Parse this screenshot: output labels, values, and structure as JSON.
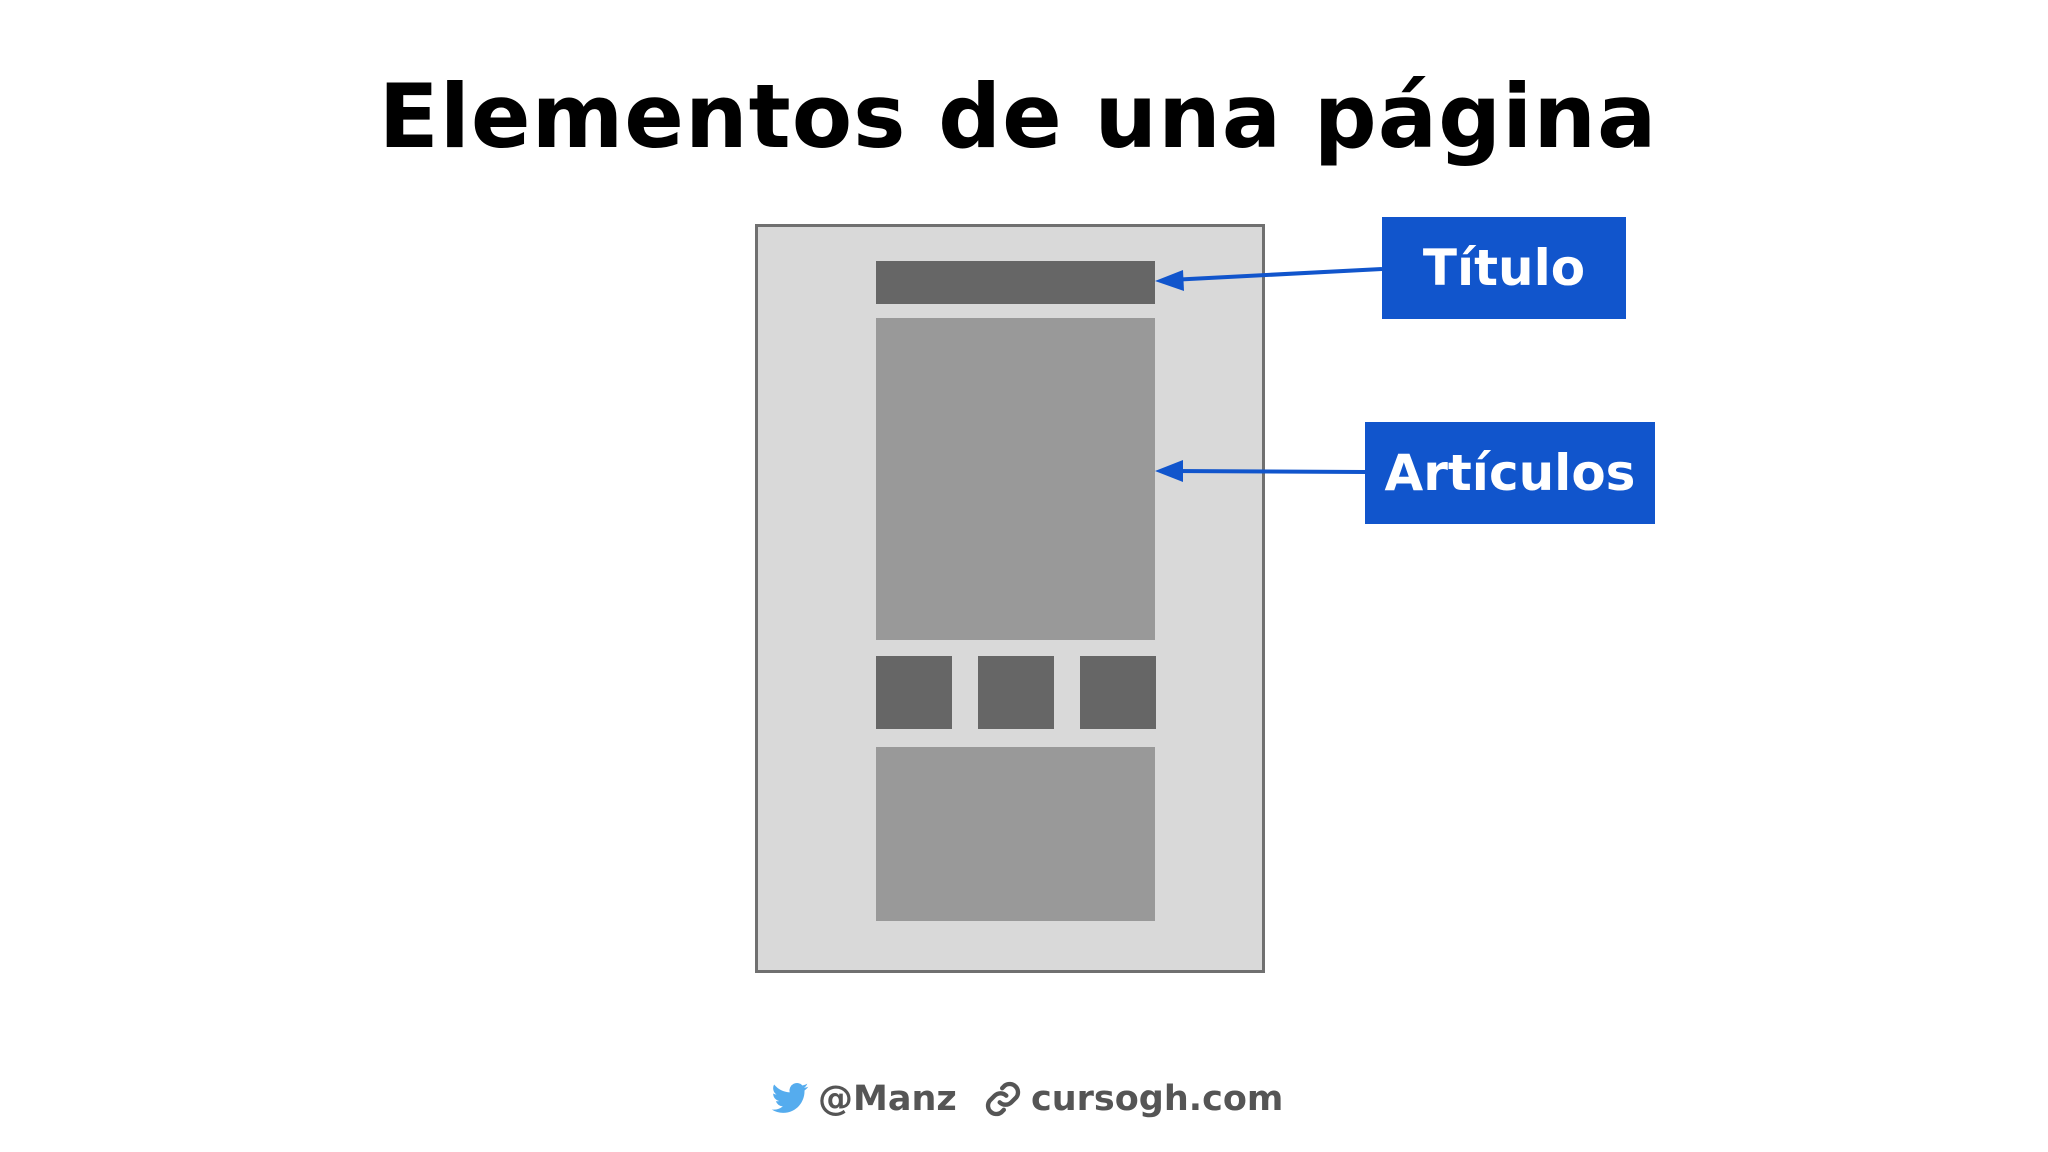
{
  "slide": {
    "title": "Elementos de una página"
  },
  "diagram": {
    "labels": {
      "titulo": "Título",
      "articulos": "Artículos"
    },
    "colors": {
      "label_background": "#1155cc",
      "arrow": "#1155cc",
      "page_background": "#d9d9d9",
      "page_border": "#707070",
      "block_dark": "#666666",
      "block_mid": "#999999"
    }
  },
  "footer": {
    "twitter_icon": "twitter-bird-icon",
    "twitter_handle": "@Manz",
    "link_icon": "chain-link-icon",
    "website": "cursogh.com"
  }
}
